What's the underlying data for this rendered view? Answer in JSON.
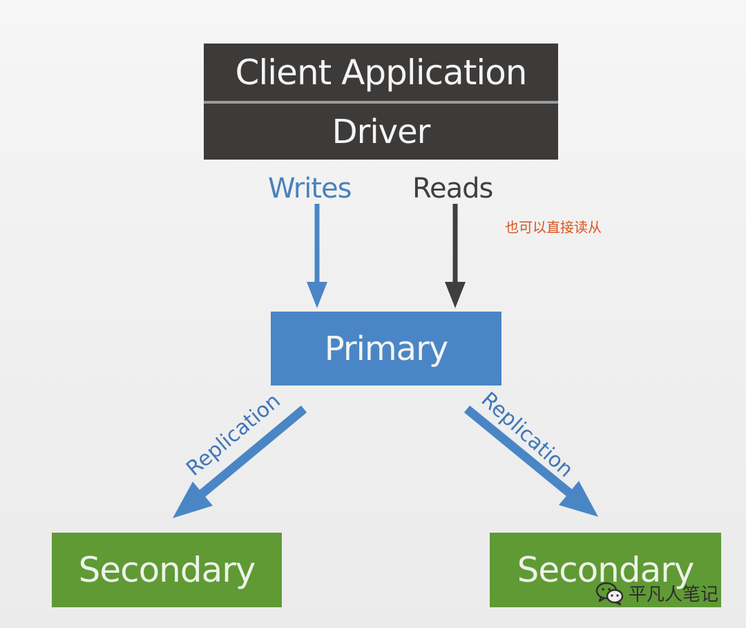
{
  "diagram": {
    "client_label": "Client Application",
    "driver_label": "Driver",
    "writes_label": "Writes",
    "reads_label": "Reads",
    "annotation": "也可以直接读从",
    "primary_label": "Primary",
    "replication_left": "Replication",
    "replication_right": "Replication",
    "secondary_left": "Secondary",
    "secondary_right": "Secondary"
  },
  "watermark": {
    "text": "平凡人笔记",
    "icon": "wechat-icon"
  },
  "colors": {
    "dark_box": "#3d3b3a",
    "primary": "#4a86c5",
    "secondary": "#5f9a35",
    "writes": "#4a82bd",
    "reads": "#3f3f3f",
    "annotation": "#d9531e"
  }
}
